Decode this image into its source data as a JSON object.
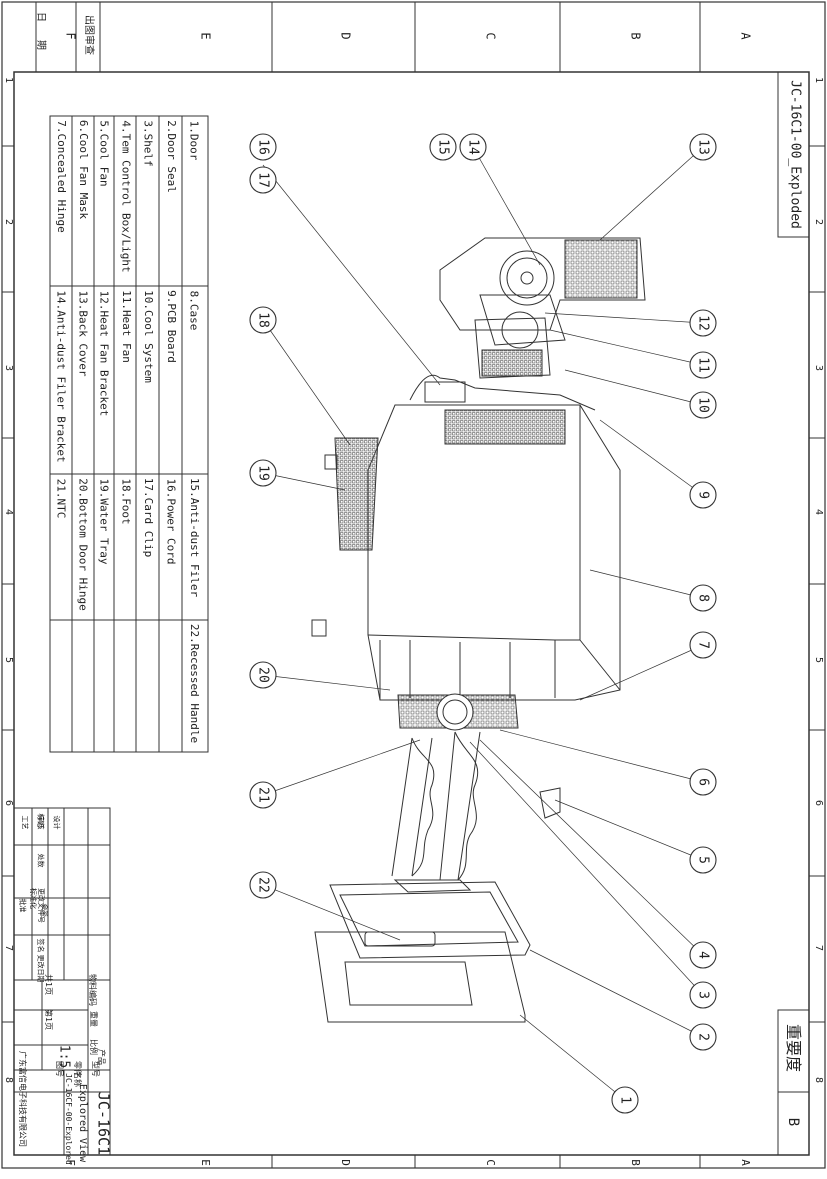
{
  "drawing_number": "JC-16C1-00_Exploded",
  "importance_label": "重要度",
  "importance_grade": "B",
  "grid_letters": [
    "A",
    "B",
    "C",
    "D",
    "E",
    "F"
  ],
  "grid_numbers": [
    "1",
    "2",
    "3",
    "4",
    "5",
    "6",
    "7",
    "8"
  ],
  "left_strip": {
    "approval": "出图审查",
    "date_a": "日",
    "date_b": "期"
  },
  "parts": [
    "1.Door",
    "2.Door Seal",
    "3.Shelf",
    "4.Tem Control Box/Light",
    "5.Cool Fan",
    "6.Cool Fan Mask",
    "7.Concealed Hinge",
    "8.Case",
    "9.PCB Board",
    "10.Cool System",
    "11.Heat Fan",
    "12.Heat Fan Bracket",
    "13.Back Cover",
    "14.Anti-dust Filer Bracket",
    "15.Anti-dust Filer",
    "16.Power Cord",
    "17.Card Clip",
    "18.Foot",
    "19.Water Tray",
    "20.Bottom Door Hinge",
    "21.NTC",
    "22.Recessed Handle"
  ],
  "callouts": [
    "1",
    "2",
    "3",
    "4",
    "5",
    "6",
    "7",
    "8",
    "9",
    "10",
    "11",
    "12",
    "13",
    "14",
    "15",
    "16",
    "17",
    "18",
    "19",
    "20",
    "21",
    "22"
  ],
  "title_block": {
    "product_label": "产品",
    "model_label": "型号",
    "model_value": "JC-16C1",
    "part_label": "零件",
    "name_label": "名称",
    "name_value": "Explored View",
    "drawing_label": "图号",
    "drawing_value": "JC-16CF-00-Explored",
    "company": "广东富信电子科技有限公司",
    "material_label": "物料编码",
    "weight_label": "重量",
    "scale_label": "比例",
    "scale_value": "1:5",
    "sheets_label": "共1页",
    "sheet_label": "第1页",
    "rev_headers": [
      "标记",
      "处数",
      "更改文件号",
      "签名",
      "更改日期"
    ],
    "roles": [
      "设计",
      "审核",
      "工艺",
      "批准",
      "标准化",
      "会签"
    ]
  }
}
